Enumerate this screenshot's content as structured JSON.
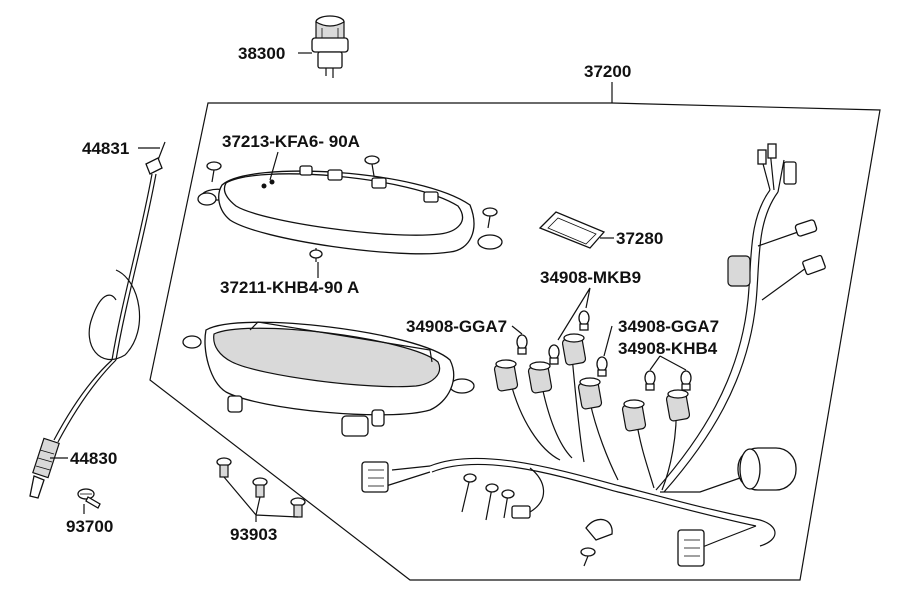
{
  "labels": {
    "p38300": "38300",
    "p37200": "37200",
    "p44831": "44831",
    "p37213": "37213-KFA6- 90A",
    "p37280": "37280",
    "p37211": "37211-KHB4-90 A",
    "p34908_mkb9": "34908-MKB9",
    "p34908_gga7_left": "34908-GGA7",
    "p34908_gga7_right": "34908-GGA7",
    "p34908_khb4": "34908-KHB4",
    "p44830": "44830",
    "p93700": "93700",
    "p93903": "93903"
  },
  "colors": {
    "line": "#111111",
    "background": "#ffffff",
    "part_fill": "#ffffff",
    "shade": "#d9d9d9"
  }
}
